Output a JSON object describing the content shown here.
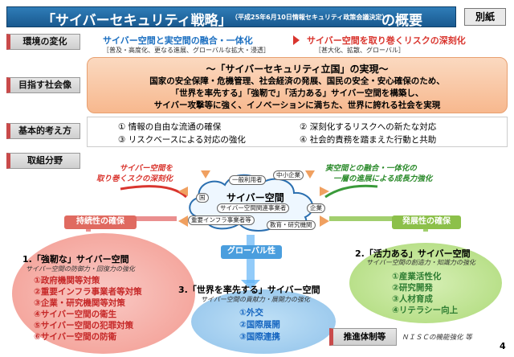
{
  "header": {
    "title": "「サイバーセキュリティ戦略」",
    "note": "（平成25年6月10日情報セキュリティ政策会議決定）",
    "suffix": "の概要",
    "badge": "別紙"
  },
  "rows": {
    "environment": {
      "label": "環境の変化",
      "left": "サイバー空間と実空間の融合・一体化",
      "left_sub": "［普及・高度化、更なる進展、グローバルな拡大・浸透］",
      "right": "サイバー空間を取り巻くリスクの深刻化",
      "right_sub": "［甚大化、拡散、グローバル］"
    },
    "society": {
      "label": "目指す社会像",
      "head": "～「サイバーセキュリティ立国」の実現～",
      "lines": [
        "国家の安全保障・危機管理、社会経済の発展、国民の安全・安心確保のため、",
        "「世界を率先する」「強靭で」「活力ある」サイバー空間を構築し、",
        "サイバー攻撃等に強く、イノベーションに満ちた、世界に誇れる社会を実現"
      ]
    },
    "basic": {
      "label": "基本的考え方",
      "items": [
        "① 情報の自由な流通の確保",
        "② 深刻化するリスクへの新たな対応",
        "③ リスクベースによる対応の強化",
        "④ 社会的責務を踏まえた行動と共助"
      ]
    },
    "areas": {
      "label": "取組分野",
      "left_note": [
        "サイバー空間を",
        "取り巻くスクの深刻化"
      ],
      "right_note": [
        "実空間との融合・一体化の",
        "一層の進展による成長力強化"
      ],
      "cloud_title": "サイバー空間",
      "tags": {
        "general_users": "一般利用者",
        "sme": "中小企業",
        "operators": "サイバー空間関連事業者",
        "country": "国",
        "infra": "重要インフラ事業者等",
        "enterprise": "企業",
        "education": "教育・研究機関"
      },
      "pill_left": "持続性の確保",
      "pill_center": "グローバル性",
      "pill_right": "発展性の確保"
    }
  },
  "pillars": {
    "strong": {
      "title": "1.「強靭な」サイバー空間",
      "sub": "サイバー空間の防御力・回復力の強化",
      "items": [
        "①政府機関等対策",
        "②重要インフラ事業者等対策",
        "③企業・研究機関等対策",
        "④サイバー空間の衛生",
        "⑤サイバー空間の犯罪対策",
        "⑥サイバー空間の防衛"
      ]
    },
    "vital": {
      "title": "2.「活力ある」サイバー空間",
      "sub": "サイバー空間の創造力・知識力の強化",
      "items": [
        "①産業活性化",
        "②研究開発",
        "③人材育成",
        "④リテラシー向上"
      ]
    },
    "leading": {
      "title": "3.「世界を率先する」サイバー空間",
      "sub": "サイバー空間の貢献力・展開力の強化",
      "items": [
        "①外交",
        "②国際展開",
        "③国際連携"
      ]
    }
  },
  "footer": {
    "promo_label": "推進体制等",
    "promo_text": "ＮＩＳＣの機能強化 等",
    "page": "4"
  },
  "colors": {
    "title_bg": "#2f7db8",
    "blue_text": "#1d70c1",
    "red_text": "#d9352e",
    "green_text": "#2a8a2a",
    "orange_box": "#f7b88e"
  }
}
